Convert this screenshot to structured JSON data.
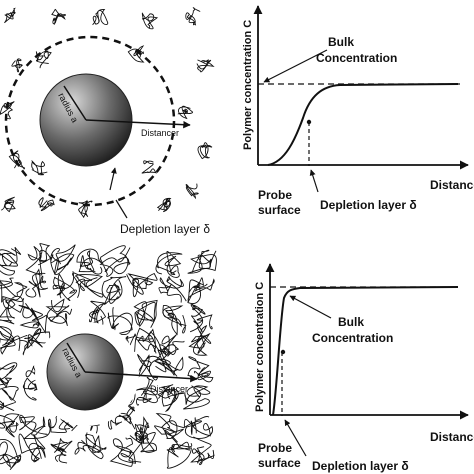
{
  "colors": {
    "ink": "#111111",
    "sphere_light": "#d8d8d8",
    "sphere_dark": "#1e1e1e"
  },
  "top": {
    "radius_label": "radius a",
    "distance_label": "Distancer",
    "depletion_label": "Depletion layer δ"
  },
  "bottom": {
    "radius_label": "radius a",
    "distance_label": "Distancer"
  },
  "graph_top": {
    "y_axis_label": "Polymer concentration  C",
    "x_axis_label": "Distance",
    "bulk_label_line1": "Bulk",
    "bulk_label_line2": "Concentration",
    "probe_label_line1": "Probe",
    "probe_label_line2": "surface",
    "depletion_label": "Depletion layer δ"
  },
  "graph_bottom": {
    "y_axis_label": "Polymer concentration  C",
    "x_axis_label": "Distance",
    "bulk_label_line1": "Bulk",
    "bulk_label_line2": "Concentration",
    "probe_label_line1": "Probe",
    "probe_label_line2": "surface",
    "depletion_label": "Depletion layer δ"
  }
}
